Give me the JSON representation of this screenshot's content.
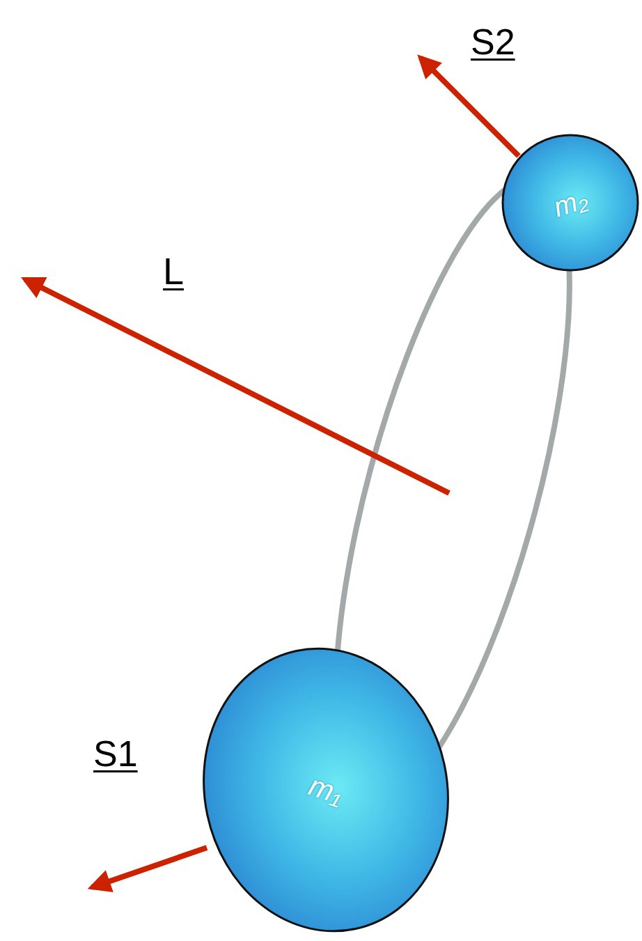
{
  "diagram": {
    "nodes": [
      {
        "text": [
          "m₂"
        ]
      },
      {
        "text": [
          "m₁"
        ]
      }
    ],
    "labels": [
      "S2",
      "L",
      "S1"
    ]
  }
}
